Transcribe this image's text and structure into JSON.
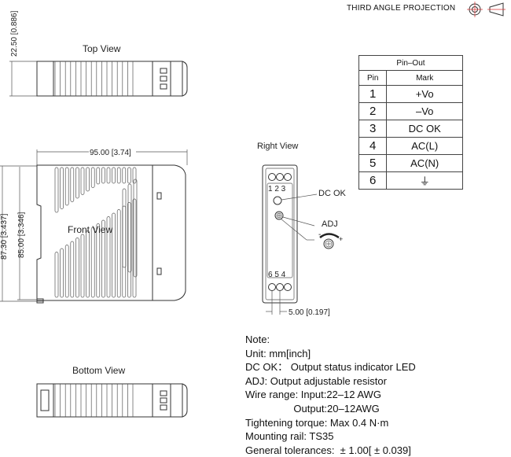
{
  "header": {
    "projection": "THIRD ANGLE PROJECTION"
  },
  "views": {
    "top": {
      "label": "Top View",
      "dim_height": "22.50 [0.886]"
    },
    "front": {
      "label": "Front View",
      "dim_width": "95.00 [3.74]",
      "dim_total_height": "87.30 [3.437]",
      "dim_height": "85.00 [3.346]"
    },
    "bottom": {
      "label": "Bottom View"
    },
    "right": {
      "label": "Right View",
      "terminals_top": "1 2 3",
      "terminals_bottom": "6 5 4",
      "dc_ok": "DC OK",
      "adj": "ADJ",
      "adj_minus": "-",
      "adj_plus": "+",
      "pitch": "5.00 [0.197]"
    }
  },
  "pinout": {
    "title": "Pin–Out",
    "headers": [
      "Pin",
      "Mark"
    ],
    "rows": [
      {
        "pin": "1",
        "mark": "+Vo"
      },
      {
        "pin": "2",
        "mark": "–Vo"
      },
      {
        "pin": "3",
        "mark": "DC OK"
      },
      {
        "pin": "4",
        "mark": "AC(L)"
      },
      {
        "pin": "5",
        "mark": "AC(N)"
      },
      {
        "pin": "6",
        "mark": "⏚"
      }
    ]
  },
  "notes": [
    "Note:",
    "Unit: mm[inch]",
    "DC OK： Output status indicator LED",
    "ADJ: Output adjustable resistor",
    "Wire range: Input:22–12 AWG",
    "                 Output:20–12AWG",
    "Tightening torque: Max 0.4 N·m",
    "Mounting rail: TS35",
    "General tolerances:  ± 1.00[ ± 0.039]"
  ]
}
